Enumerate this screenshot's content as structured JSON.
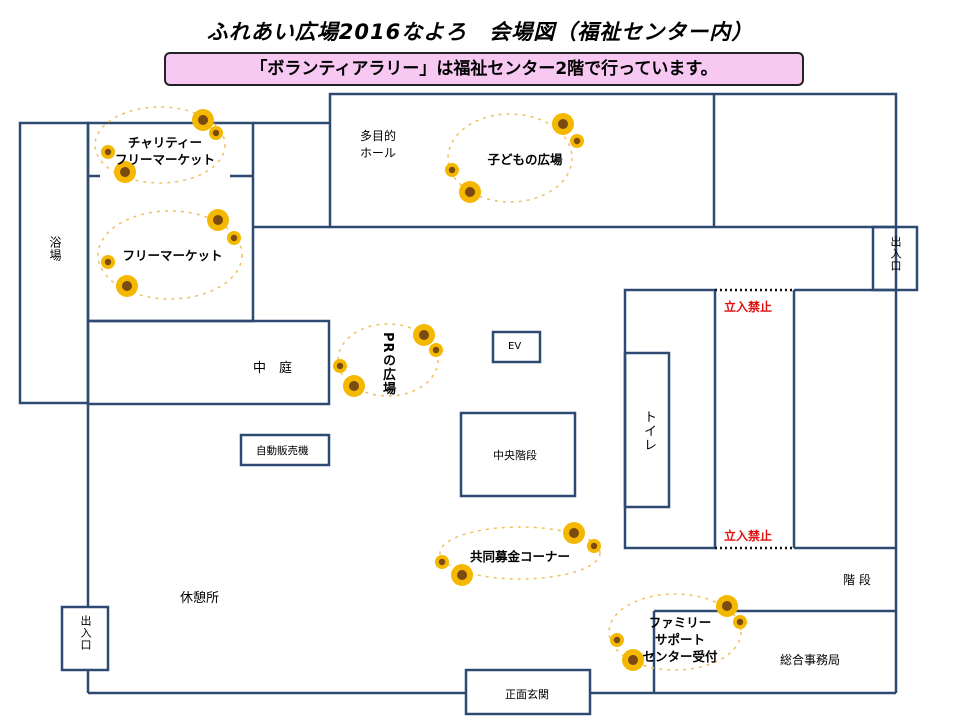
{
  "title": "ふれあい広場2016なよろ　会場図（福祉センター内）",
  "banner": "「ボランティアラリー」は福祉センター2階で行っています。",
  "rooms": {
    "charity_market": [
      "チャリティー",
      "フリーマーケット"
    ],
    "flea_market": "フリーマーケット",
    "bath": "浴場",
    "multipurpose_hall": [
      "多目的",
      "ホール"
    ],
    "kids_plaza": "子どもの広場",
    "courtyard": "中　庭",
    "pr_plaza": "PRの広場",
    "elevator": "EV",
    "vending": "自動販売機",
    "central_stairs": "中央階段",
    "toilet": "トイレ",
    "no_entry_top": "立入禁止",
    "no_entry_bottom": "立入禁止",
    "exit_right": "出入口",
    "exit_left": "出入口",
    "community_chest": "共同募金コーナー",
    "rest_area": "休憩所",
    "stairs": "階 段",
    "family_support": [
      "ファミリー",
      "サポート",
      "センター受付"
    ],
    "general_office": "総合事務局",
    "main_entrance": "正面玄関"
  },
  "colors": {
    "wall": "#2e4a72",
    "banner": "#f7c8f2",
    "no_entry": "#e01010",
    "sunflower": "#f5b800"
  }
}
